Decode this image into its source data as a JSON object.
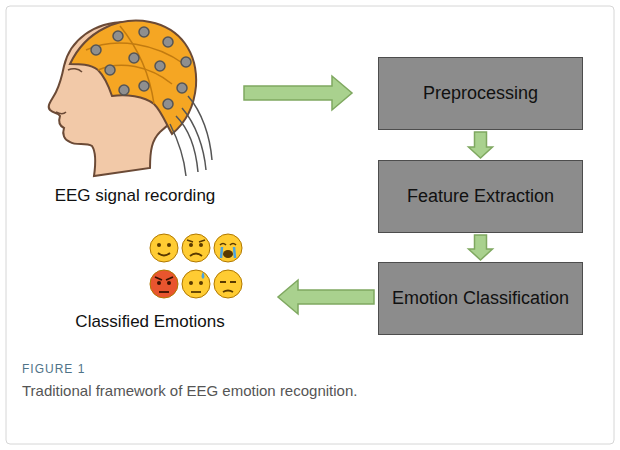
{
  "diagram": {
    "caption": "Traditional framework of EEG emotion recognition.",
    "nodes": [
      {
        "text": [
          "Preprocessing"
        ]
      },
      {
        "text": [
          "Feature Extraction"
        ]
      },
      {
        "text": [
          "Emotion Classification"
        ]
      }
    ],
    "edges": [
      {
        "from": 0,
        "to": 1,
        "arrow": "to"
      },
      {
        "from": 1,
        "to": 2,
        "arrow": "to"
      }
    ],
    "labels": [
      "EEG signal recording",
      "Classified Emotions",
      "FIGURE 1"
    ]
  }
}
